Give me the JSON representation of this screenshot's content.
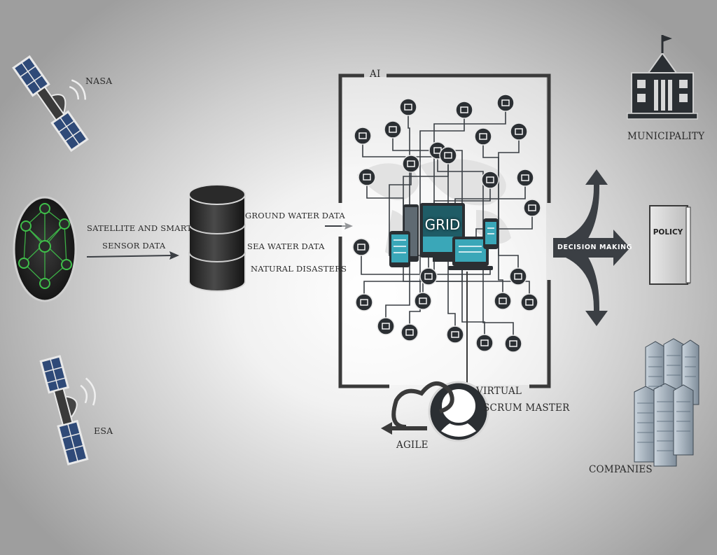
{
  "labels": {
    "nasa": "NASA",
    "esa": "ESA",
    "satellite_line1": "SATELLITE AND SMART",
    "satellite_line2": "SENSOR DATA",
    "ground_water": "GROUND WATER DATA",
    "sea_water": "SEA WATER DATA",
    "natural_disasters": "NATURAL DISASTERS",
    "ai": "AI",
    "grid": "GRID",
    "virtual": "VIRTUAL",
    "scrum_master": "SCRUM MASTER",
    "agile": "AGILE",
    "decision_making": "DECISION MAKING",
    "municipality": "MUNICIPALITY",
    "policy": "POLICY",
    "companies": "COMPANIES"
  },
  "colors": {
    "icon_dark": "#2b2f33",
    "node_green": "#3fbf4a",
    "screen_teal": "#3aa7b8",
    "arrow_dark": "#3b3f44"
  },
  "icons": [
    "satellite-icon",
    "network-globe-icon",
    "database-icon",
    "cloud-icon",
    "laptop-icon",
    "house-icon",
    "city-hall-icon",
    "policy-book-icon",
    "skyscraper-icon",
    "agile-loop-icon",
    "user-avatar-icon"
  ]
}
